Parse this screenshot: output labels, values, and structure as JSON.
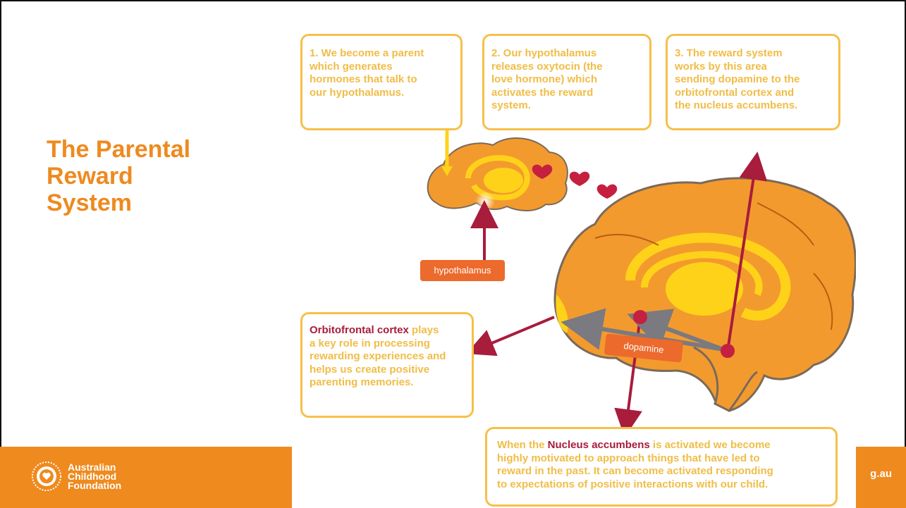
{
  "slide": {
    "title_lines": [
      "The Parental",
      "Reward",
      "System"
    ]
  },
  "footer": {
    "org_lines": [
      "Australian",
      "Childhood",
      "Foundation"
    ],
    "url_fragment": "g.au"
  },
  "diagram": {
    "steps": [
      {
        "text": "1. We become a parent\n    which generates\n    hormones that talk to\n    our hypothalamus."
      },
      {
        "text": "2. Our hypothalamus\n    releases oxytocin (the\n    love hormone) which\n    activates the reward\n    system."
      },
      {
        "text": "3. The reward system\n    works by this area\n    sending dopamine to the\n    orbitofrontal cortex and\n    the nucleus accumbens."
      }
    ],
    "orbitofrontal": {
      "term": "Orbitofrontal cortex",
      "rest": " plays\na key role in processing\nrewarding experiences and\nhelps us create positive\nparenting memories."
    },
    "nucleus": {
      "before": "When the ",
      "term": "Nucleus accumbens",
      "rest": " is activated we become\nhighly motivated to approach things that have led to\nreward in the past. It can become activated responding\nto expectations of positive interactions with our child."
    },
    "labels": {
      "hypothalamus": "hypothalamus",
      "dopamine": "dopamine"
    },
    "colors": {
      "accent_orange": "#ef8a1e",
      "box_border": "#f6c04a",
      "highlight_red": "#a81c3c",
      "brain_fill": "#f39a2e",
      "inner_yellow": "#ffd21a"
    }
  }
}
